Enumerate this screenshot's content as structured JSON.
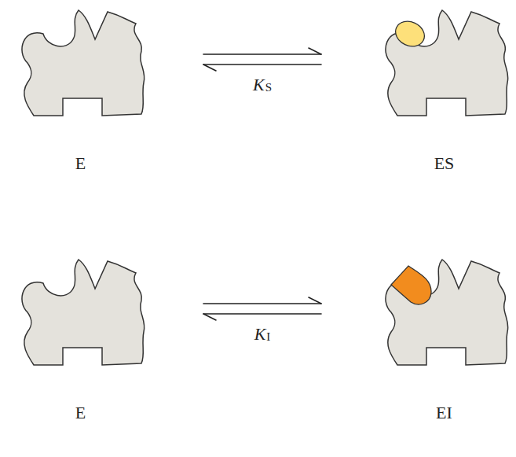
{
  "diagram": {
    "nodes": [
      {
        "text": [
          "E"
        ]
      },
      {
        "text": [
          "ES"
        ]
      },
      {
        "text": [
          "E"
        ]
      },
      {
        "text": [
          "EI"
        ]
      }
    ],
    "edges": [
      {
        "from": 0,
        "to": 1,
        "arrow": "both",
        "label": "KS"
      },
      {
        "from": 2,
        "to": 3,
        "arrow": "both",
        "label": "KI"
      }
    ]
  }
}
